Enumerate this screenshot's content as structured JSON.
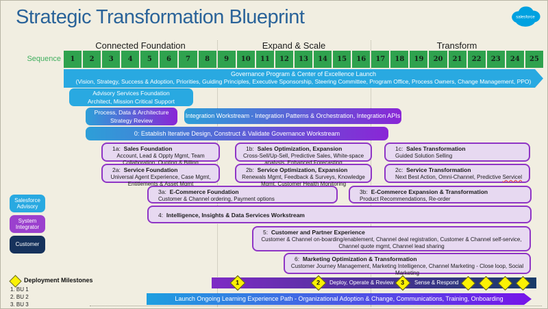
{
  "header": {
    "title": "Strategic Transformation Blueprint",
    "logo_label": "salesforce"
  },
  "phases": {
    "p1": "Connected Foundation",
    "p2": "Expand & Scale",
    "p3": "Transform"
  },
  "sequence": {
    "label": "Sequence",
    "numbers": [
      "1",
      "2",
      "3",
      "4",
      "5",
      "6",
      "7",
      "8",
      "9",
      "10",
      "11",
      "12",
      "13",
      "14",
      "15",
      "16",
      "17",
      "18",
      "19",
      "20",
      "21",
      "22",
      "23",
      "24",
      "25"
    ]
  },
  "governance": {
    "line1": "Governance Program & Center of Excellence Launch",
    "line2": "(Vision, Strategy, Success & Adoption, Priorities, Guiding Principles, Executive Sponsorship, Steering Committee, Program Office, Process Owners, Change Management, PPO)"
  },
  "foundation_bars": {
    "advisory_line1": "Advisory Services Foundation",
    "advisory_line2": "Architect, Mission Critical Support",
    "process_line1": "Process, Data & Architecture",
    "process_line2": "Strategy Review",
    "integration": "Integration Workstream - Integration Patterns & Orchestration, Integration APIs",
    "establish": "0: Establish Iterative Design, Construct & Validate Governance Workstream"
  },
  "workstreams": {
    "w1a": {
      "id": "1a:",
      "name": "Sales Foundation",
      "body": "Account, Lead & Oppty Mgmt, Team Collaboration, Quoting & Billing"
    },
    "w1b": {
      "id": "1b:",
      "name": "Sales Optimization, Expansion",
      "body": "Cross-Sell/Up-Sell, Predictive Sales, White-space analysis, Enhanced Forecasting"
    },
    "w1c": {
      "id": "1c:",
      "name": "Sales Transformation",
      "body": "Guided Solution Selling"
    },
    "w2a": {
      "id": "2a:",
      "name": "Service Foundation",
      "body": "Universal Agent Experience, Case Mgmt, Entitlements & Asset Mgmt"
    },
    "w2b": {
      "id": "2b:",
      "name": "Service Optimization, Expansion",
      "body": "Renewals Mgmt, Feedback & Surveys, Knowledge Mgmt, Customer Health Monitoring"
    },
    "w2c": {
      "id": "2c:",
      "name": "Service Transformation",
      "body": "Next Best Action, Omni-Channel, Predictive ",
      "squiggle": "Servicel"
    },
    "w3a": {
      "id": "3a:",
      "name": "E-Commerce Foundation",
      "body": "Customer & Channel ordering, Payment options"
    },
    "w3b": {
      "id": "3b:",
      "name": "E-Commerce Expansion & Transformation",
      "body": "Product Recommendations, Re-order"
    },
    "w4": {
      "id": "4:",
      "name": "Intelligence, Insights & Data Services Workstream",
      "body": ""
    },
    "w5": {
      "id": "5:",
      "name": "Customer and Partner Experience",
      "body": "Customer & Channel on-boarding/enablement, Channel deal registration, Customer & Channel self-service, Channel quote mgmt, Channel lead sharing"
    },
    "w6": {
      "id": "6:",
      "name": "Marketing Optimization & Transformation",
      "body": "Customer Journey Management, Marketing Intelligence, Channel Marketing - Close loop, Social Marketing"
    }
  },
  "legend": {
    "advisory": "Salesforce Advisory",
    "integrator": "System Integrator",
    "customer": "Customer"
  },
  "milestones": {
    "heading": "Deployment Milestones",
    "item1": "1. BU 1",
    "item2": "2. BU 2",
    "item3": "3. BU 3",
    "d1": "1",
    "d2": "2",
    "d3": "3",
    "label2": "Deploy, Operate & Review",
    "label3": "Sense & Respond"
  },
  "learning": {
    "label": "Launch Ongoing Learning Experience Path - Organizational Adoption & Change, Communications, Training, Onboarding"
  },
  "colors": {
    "background": "#F1EEE1",
    "title_blue": "#2A6399",
    "sequence_green": "#2FA24E",
    "advisory_blue": "#29A9E1",
    "integrator_purple": "#9B40CE",
    "customer_navy": "#16325C",
    "workstream_border": "#8F35C5",
    "workstream_fill": "#E7D9F1",
    "milestone_yellow": "#FBF104",
    "gradient_start": "#2D9FD8",
    "gradient_end": "#8926D6"
  }
}
